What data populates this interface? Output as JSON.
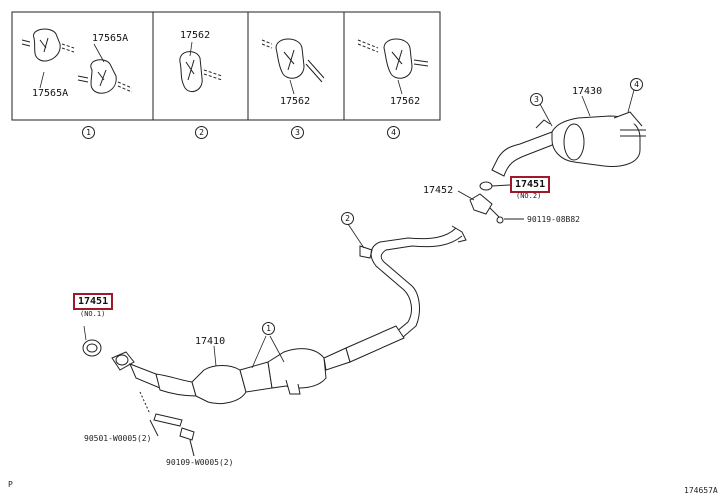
{
  "insets": [
    {
      "callout": "1",
      "labels": [
        "17565A",
        "17565A"
      ]
    },
    {
      "callout": "2",
      "labels": [
        "17562"
      ]
    },
    {
      "callout": "3",
      "labels": [
        "17562"
      ]
    },
    {
      "callout": "4",
      "labels": [
        "17562"
      ]
    }
  ],
  "parts": {
    "tailpipe": "17430",
    "gasket_rear": "17451",
    "gasket_rear_note": "(NO.2)",
    "gasket_front": "17451",
    "gasket_front_note": "(NO.1)",
    "support_bracket": "17452",
    "bolt_rear": "90119-08B82",
    "front_pipe": "17410",
    "stud": "90501-W0005(2)",
    "bolt_front": "90109-W0005(2)"
  },
  "callouts": {
    "rear_3": "3",
    "rear_4": "4",
    "mid_2": "2",
    "front_1": "1"
  },
  "footer": {
    "left": "P",
    "right": "174657A"
  },
  "highlight_color": "#a0182b"
}
